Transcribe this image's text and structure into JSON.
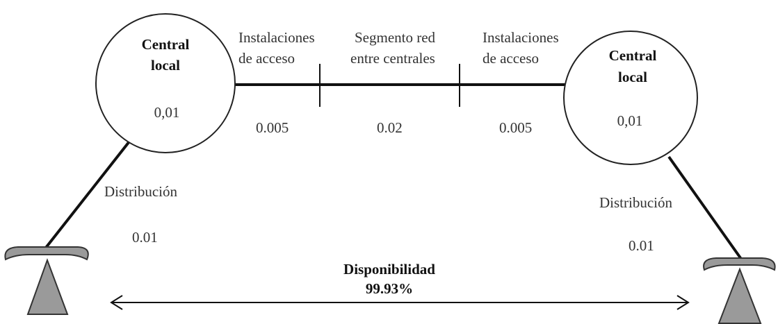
{
  "left_central": {
    "title": "Central",
    "subtitle": "local",
    "value": "0,01"
  },
  "right_central": {
    "title": "Central",
    "subtitle": "local",
    "value": "0,01"
  },
  "segments": [
    {
      "line1": "Instalaciones",
      "line2": "de acceso",
      "value": "0.005"
    },
    {
      "line1": "Segmento red",
      "line2": "entre centrales",
      "value": "0.02"
    },
    {
      "line1": "Instalaciones",
      "line2": "de acceso",
      "value": "0.005"
    }
  ],
  "left_distribution": {
    "label": "Distribución",
    "value": "0.01"
  },
  "right_distribution": {
    "label": "Distribución",
    "value": "0.01"
  },
  "availability": {
    "label": "Disponibilidad",
    "value": "99.93%"
  },
  "colors": {
    "line": "#111111",
    "phone_fill": "#9a9a9a",
    "phone_stroke": "#333333",
    "text": "#333333"
  }
}
